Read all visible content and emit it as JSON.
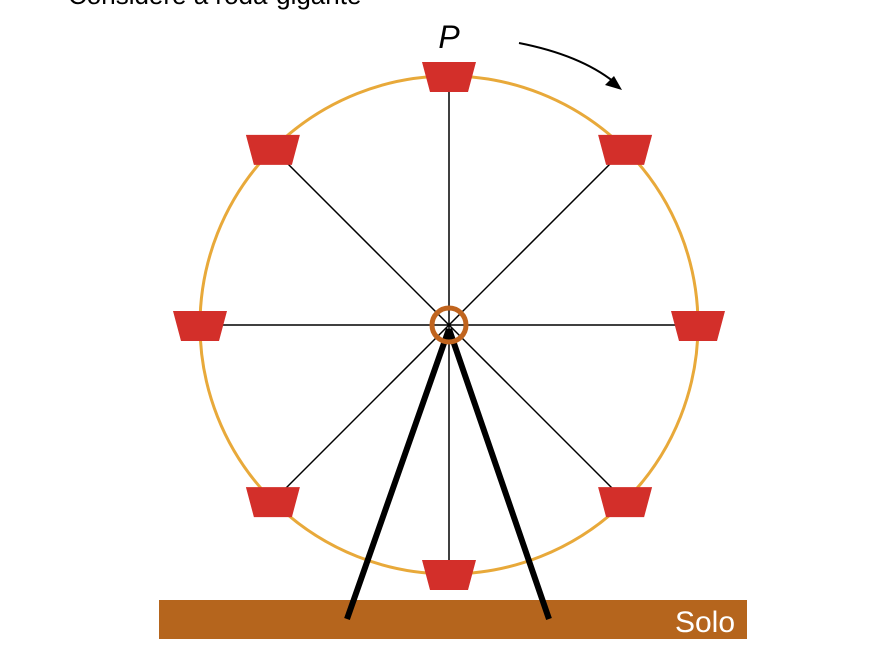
{
  "caption_top": "Considere a roda-gigante",
  "point_label": "P",
  "ground_label": "Solo",
  "rotation_direction": "clockwise",
  "cabin_count": 8,
  "icons": {
    "rotation": "curved-arrow-icon"
  },
  "colors": {
    "rim": "#E8A93A",
    "cabin": "#D32F2A",
    "hub": "#C0641E",
    "ground": "#B5651D",
    "ground_text": "#ffffff",
    "spoke": "#000000",
    "support": "#000000",
    "text": "#000000"
  }
}
